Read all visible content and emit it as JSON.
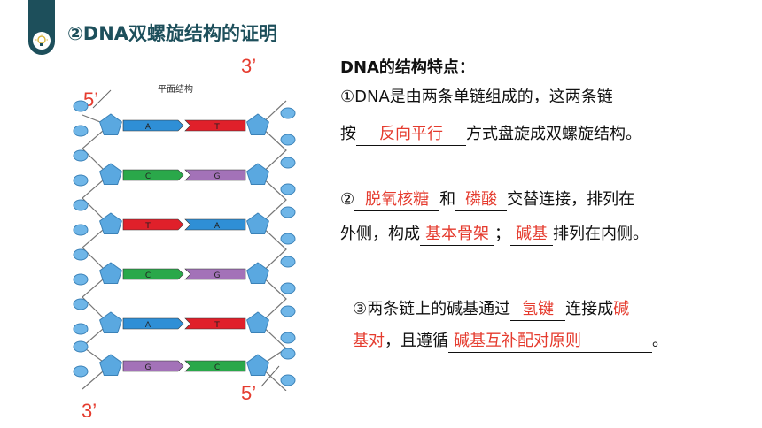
{
  "heading": "②DNA双螺旋结构的证明",
  "diagram": {
    "plane_label": "平面结构",
    "end_labels": {
      "top_right": "3’",
      "top_left": "5’",
      "bottom_right": "5’",
      "bottom_left": "3’"
    },
    "pairs": [
      {
        "left": "A",
        "right": "T"
      },
      {
        "left": "C",
        "right": "G"
      },
      {
        "left": "T",
        "right": "A"
      },
      {
        "left": "C",
        "right": "G"
      },
      {
        "left": "A",
        "right": "T"
      },
      {
        "left": "G",
        "right": "C"
      }
    ],
    "colors": {
      "A": "#2f8fd6",
      "T": "#e0202a",
      "C": "#2aa84a",
      "G": "#a372b8",
      "sugar": "#5aa8e0",
      "phosphate": "#6fb6e8"
    }
  },
  "features": {
    "title": "DNA的结构特点：",
    "p1": {
      "line1": "①DNA是由两条单链组成的，这两条链",
      "prefix": "按",
      "blank1": "反向平行",
      "suffix": "方式盘旋成双螺旋结构。"
    },
    "p2": {
      "prefix": "②",
      "blank1": "脱氧核糖",
      "and": "和",
      "blank2": "磷酸",
      "text1": "交替连接，排列在",
      "text2": "外侧，构成",
      "blank3": "基本骨架",
      "sep": "；",
      "blank4": "碱基",
      "text3": "排列在内侧。"
    },
    "p3": {
      "line1": "③两条链上的碱基通过",
      "blank1": "氢键",
      "text1": "连接成",
      "red1": "碱",
      "red2": "基对",
      "text2": "，且遵循",
      "blank2": "碱基互补配对原则",
      "end": "。"
    }
  }
}
